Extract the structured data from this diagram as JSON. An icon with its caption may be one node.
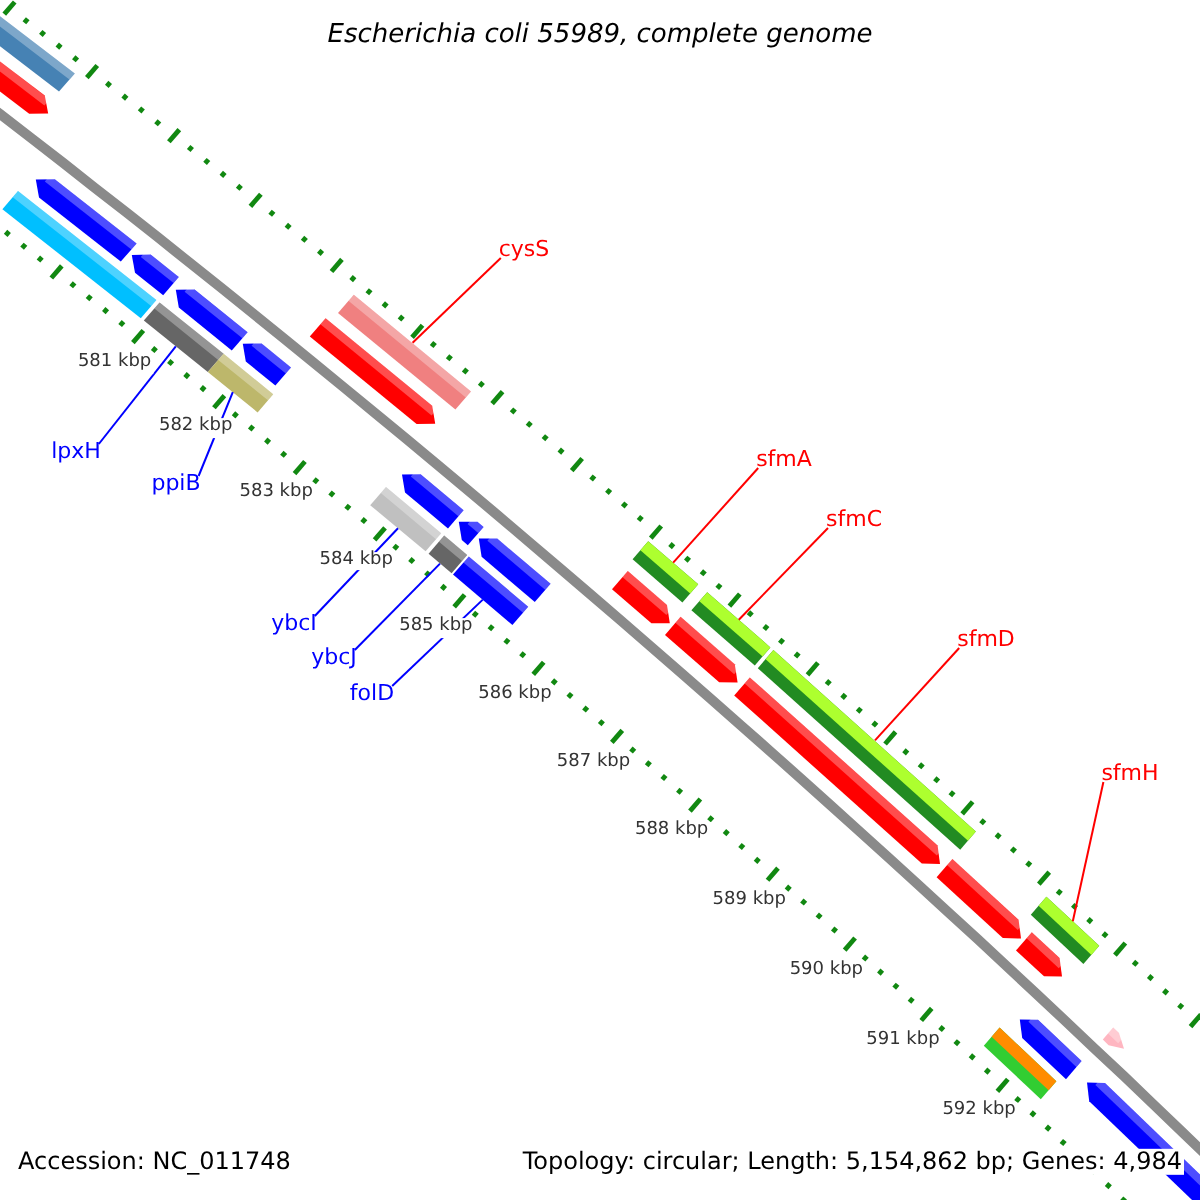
{
  "diagram": {
    "title": "Escherichia coli 55989, complete genome",
    "nodes": [
      {
        "text": [
          "cysS"
        ]
      },
      {
        "text": [],
        "shape": "bar"
      },
      {
        "text": [
          "lpxH"
        ]
      },
      {
        "text": [],
        "shape": "bar"
      },
      {
        "text": [
          "ppiB"
        ]
      },
      {
        "text": [],
        "shape": "bar"
      },
      {
        "text": [
          "sfmA"
        ]
      },
      {
        "text": [],
        "shape": "bar"
      },
      {
        "text": [
          "sfmC"
        ]
      },
      {
        "text": [],
        "shape": "bar"
      },
      {
        "text": [
          "ybcI"
        ]
      },
      {
        "text": [],
        "shape": "bar"
      },
      {
        "text": [
          "ybcJ"
        ]
      },
      {
        "text": [],
        "shape": "bar"
      },
      {
        "text": [
          "folD"
        ]
      },
      {
        "text": [],
        "shape": "bar"
      },
      {
        "text": [
          "sfmD"
        ]
      },
      {
        "text": [],
        "shape": "bar"
      },
      {
        "text": [
          "sfmH"
        ]
      },
      {
        "text": [],
        "shape": "bar"
      }
    ],
    "edges": [
      {
        "from": 0,
        "to": 1,
        "arrow": "none"
      },
      {
        "from": 2,
        "to": 3,
        "arrow": "none",
        "color": "#0000ff"
      },
      {
        "from": 4,
        "to": 5,
        "arrow": "none",
        "color": "#0000ff"
      },
      {
        "from": 6,
        "to": 7,
        "arrow": "none"
      },
      {
        "from": 8,
        "to": 9,
        "arrow": "none"
      },
      {
        "from": 10,
        "to": 11,
        "arrow": "none",
        "color": "#0000ff"
      },
      {
        "from": 12,
        "to": 13,
        "arrow": "none",
        "color": "#0000ff"
      },
      {
        "from": 14,
        "to": 15,
        "arrow": "none",
        "color": "#0000ff"
      },
      {
        "from": 16,
        "to": 17,
        "arrow": "none"
      },
      {
        "from": 18,
        "to": 19,
        "arrow": "none"
      }
    ],
    "labels": [
      "581 kbp",
      "582 kbp",
      "583 kbp",
      "584 kbp",
      "585 kbp",
      "586 kbp",
      "587 kbp",
      "588 kbp",
      "589 kbp",
      "590 kbp",
      "591 kbp",
      "592 kbp",
      "Accession: NC_011748",
      "Topology: circular; Length: 5,154,862 bp; Genes: 4,984"
    ]
  }
}
